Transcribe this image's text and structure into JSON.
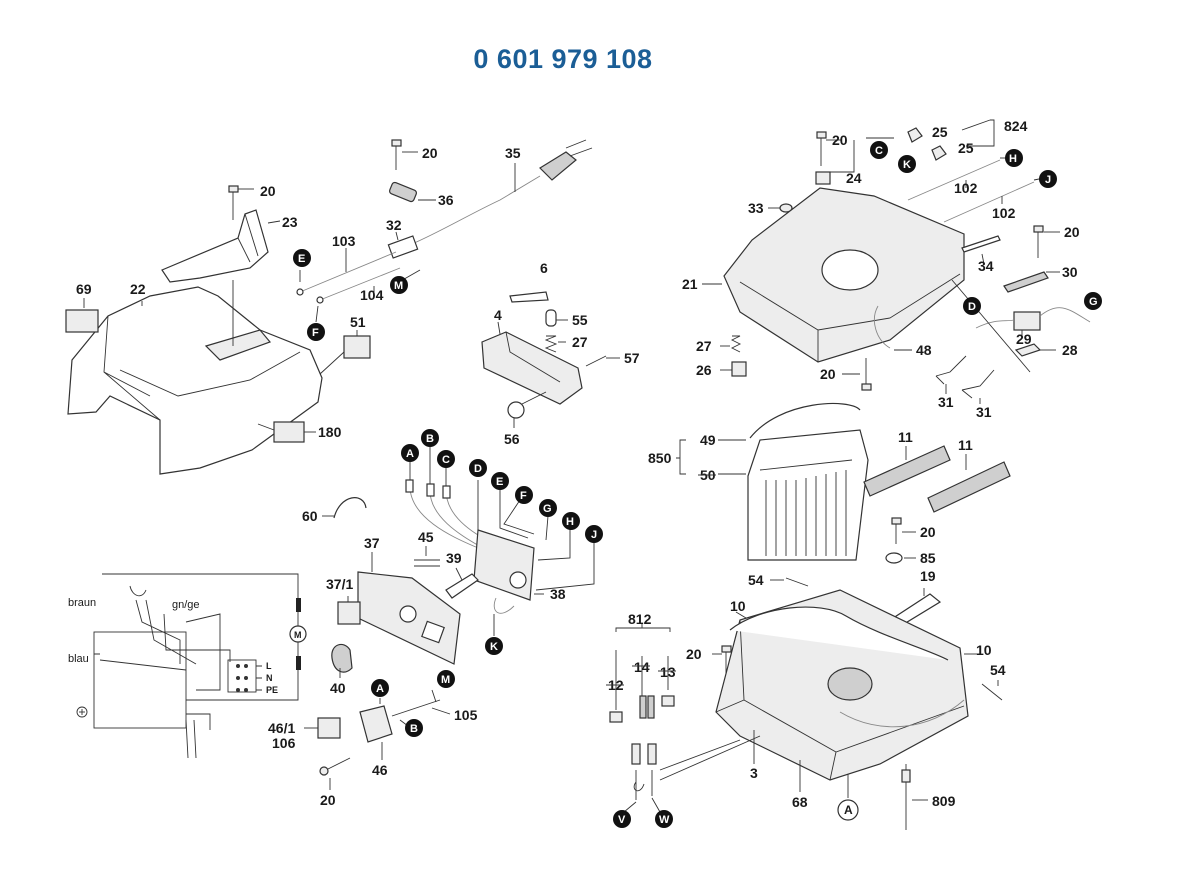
{
  "title": "0 601 979 108",
  "labels": [
    {
      "id": "l20a",
      "text": "20"
    },
    {
      "id": "l23",
      "text": "23"
    },
    {
      "id": "l69",
      "text": "69"
    },
    {
      "id": "l22",
      "text": "22"
    },
    {
      "id": "l180",
      "text": "180"
    },
    {
      "id": "l51",
      "text": "51"
    },
    {
      "id": "l20b",
      "text": "20"
    },
    {
      "id": "l36",
      "text": "36"
    },
    {
      "id": "l35",
      "text": "35"
    },
    {
      "id": "l32",
      "text": "32"
    },
    {
      "id": "l103",
      "text": "103"
    },
    {
      "id": "l104",
      "text": "104"
    },
    {
      "id": "l6",
      "text": "6"
    },
    {
      "id": "l4",
      "text": "4"
    },
    {
      "id": "l55",
      "text": "55"
    },
    {
      "id": "l27a",
      "text": "27"
    },
    {
      "id": "l57",
      "text": "57"
    },
    {
      "id": "l56",
      "text": "56"
    },
    {
      "id": "l60",
      "text": "60"
    },
    {
      "id": "l37",
      "text": "37"
    },
    {
      "id": "l45",
      "text": "45"
    },
    {
      "id": "l39",
      "text": "39"
    },
    {
      "id": "l371",
      "text": "37/1"
    },
    {
      "id": "l38",
      "text": "38"
    },
    {
      "id": "l40",
      "text": "40"
    },
    {
      "id": "l105",
      "text": "105"
    },
    {
      "id": "l461",
      "text": "46/1"
    },
    {
      "id": "l106",
      "text": "106"
    },
    {
      "id": "l46",
      "text": "46"
    },
    {
      "id": "l20c",
      "text": "20"
    },
    {
      "id": "l20d",
      "text": "20"
    },
    {
      "id": "l24",
      "text": "24"
    },
    {
      "id": "l25a",
      "text": "25"
    },
    {
      "id": "l25b",
      "text": "25"
    },
    {
      "id": "l824",
      "text": "824"
    },
    {
      "id": "l102a",
      "text": "102"
    },
    {
      "id": "l102b",
      "text": "102"
    },
    {
      "id": "l33",
      "text": "33"
    },
    {
      "id": "l21",
      "text": "21"
    },
    {
      "id": "l20e",
      "text": "20"
    },
    {
      "id": "l34",
      "text": "34"
    },
    {
      "id": "l30",
      "text": "30"
    },
    {
      "id": "l29",
      "text": "29"
    },
    {
      "id": "l28",
      "text": "28"
    },
    {
      "id": "l27b",
      "text": "27"
    },
    {
      "id": "l26",
      "text": "26"
    },
    {
      "id": "l48",
      "text": "48"
    },
    {
      "id": "l20f",
      "text": "20"
    },
    {
      "id": "l31a",
      "text": "31"
    },
    {
      "id": "l31b",
      "text": "31"
    },
    {
      "id": "l850",
      "text": "850"
    },
    {
      "id": "l49",
      "text": "49"
    },
    {
      "id": "l50",
      "text": "50"
    },
    {
      "id": "l11a",
      "text": "11"
    },
    {
      "id": "l11b",
      "text": "11"
    },
    {
      "id": "l20g",
      "text": "20"
    },
    {
      "id": "l85",
      "text": "85"
    },
    {
      "id": "l19",
      "text": "19"
    },
    {
      "id": "l54a",
      "text": "54"
    },
    {
      "id": "l10a",
      "text": "10"
    },
    {
      "id": "l10b",
      "text": "10"
    },
    {
      "id": "l54b",
      "text": "54"
    },
    {
      "id": "l812",
      "text": "812"
    },
    {
      "id": "l14",
      "text": "14"
    },
    {
      "id": "l13",
      "text": "13"
    },
    {
      "id": "l12",
      "text": "12"
    },
    {
      "id": "l20h",
      "text": "20"
    },
    {
      "id": "l3",
      "text": "3"
    },
    {
      "id": "l68",
      "text": "68"
    },
    {
      "id": "l809",
      "text": "809"
    }
  ],
  "callouts": [
    {
      "id": "cE1",
      "text": "E"
    },
    {
      "id": "cM1",
      "text": "M"
    },
    {
      "id": "cF1",
      "text": "F"
    },
    {
      "id": "cA1",
      "text": "A"
    },
    {
      "id": "cB1",
      "text": "B"
    },
    {
      "id": "cC1",
      "text": "C"
    },
    {
      "id": "cD1",
      "text": "D"
    },
    {
      "id": "cE2",
      "text": "E"
    },
    {
      "id": "cF2",
      "text": "F"
    },
    {
      "id": "cG1",
      "text": "G"
    },
    {
      "id": "cH1",
      "text": "H"
    },
    {
      "id": "cJ1",
      "text": "J"
    },
    {
      "id": "cK1",
      "text": "K"
    },
    {
      "id": "cA2",
      "text": "A"
    },
    {
      "id": "cM2",
      "text": "M"
    },
    {
      "id": "cB2",
      "text": "B"
    },
    {
      "id": "cC2",
      "text": "C"
    },
    {
      "id": "cK2",
      "text": "K"
    },
    {
      "id": "cH2",
      "text": "H"
    },
    {
      "id": "cJ2",
      "text": "J"
    },
    {
      "id": "cD2",
      "text": "D"
    },
    {
      "id": "cG2",
      "text": "G"
    },
    {
      "id": "cV",
      "text": "V"
    },
    {
      "id": "cW",
      "text": "W"
    },
    {
      "id": "cA3",
      "text": "A"
    }
  ],
  "wiring": {
    "braun": "braun",
    "gnge": "gn/ge",
    "blau": "blau",
    "motor": "M",
    "term_l": "L",
    "term_n": "N",
    "term_pe": "PE"
  }
}
